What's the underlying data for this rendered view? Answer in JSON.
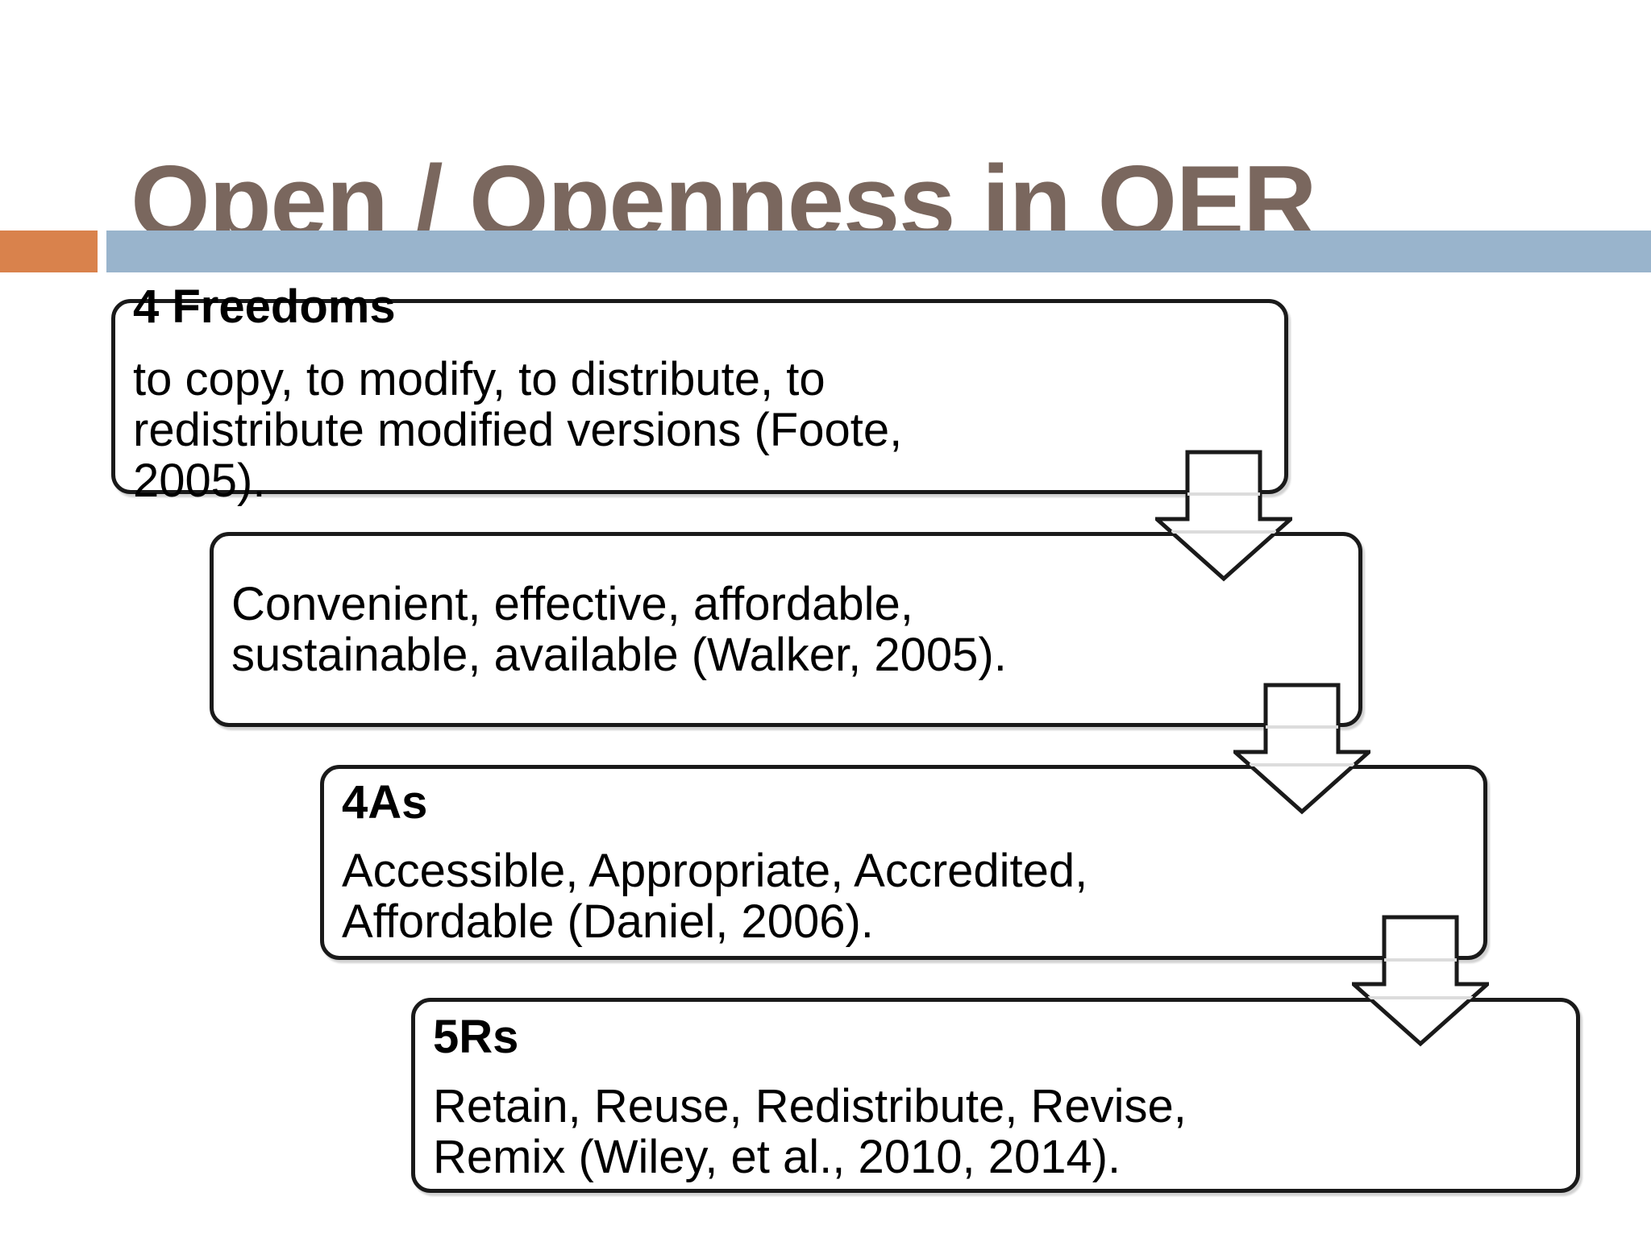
{
  "slide": {
    "title": "Open / Openness in OER",
    "colors": {
      "title_text": "#7a675e",
      "accent_orange": "#d9824c",
      "accent_blue": "#99b4cc",
      "box_border": "#1a1a1a",
      "box_fill": "#ffffff",
      "body_text": "#000000"
    },
    "flow": {
      "boxes": [
        {
          "heading": "4 Freedoms",
          "body_lines": [
            "to copy, to modify, to distribute, to",
            "redistribute modified versions (Foote,",
            "2005)."
          ]
        },
        {
          "heading": "",
          "body_lines": [
            "Convenient, effective, affordable,",
            "sustainable, available (Walker, 2005)."
          ]
        },
        {
          "heading": "4As",
          "body_lines": [
            "Accessible, Appropriate, Accredited,",
            "Affordable (Daniel, 2006)."
          ]
        },
        {
          "heading": "5Rs",
          "body_lines": [
            "Retain, Reuse, Redistribute, Revise,",
            "Remix (Wiley, et al., 2010, 2014)."
          ]
        }
      ],
      "connector_icons": [
        "down-arrow",
        "down-arrow",
        "down-arrow"
      ]
    }
  }
}
